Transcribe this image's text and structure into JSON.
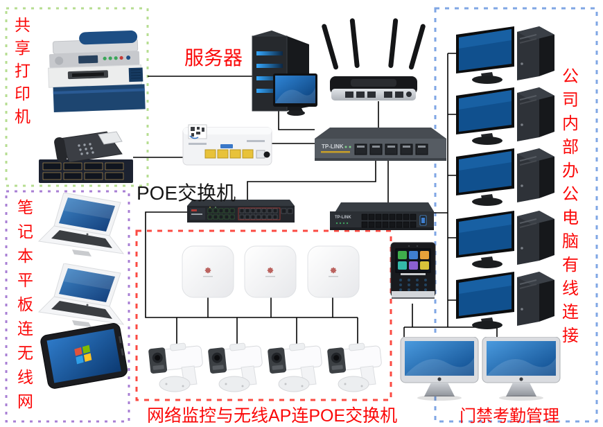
{
  "boxes": {
    "shared_printer": {
      "label": "共享打印机",
      "border_color": "#b6dd90",
      "label_color": "#fb0808"
    },
    "laptop_tablet": {
      "label": "笔记本平板连无线网",
      "border_color": "#a87fd4",
      "label_color": "#fb0808"
    },
    "monitoring": {
      "label": "网络监控与无线AP连POE交换机",
      "border_color": "#fb4a42",
      "label_color": "#fb0808"
    },
    "office_pcs": {
      "label": "公司内部办公电脑有线连接",
      "border_color": "#7fa6e4",
      "label_color": "#fb0808"
    },
    "attendance": {
      "label": "门禁考勤管理",
      "label_color": "#fb0808"
    }
  },
  "labels": {
    "server": "服务器",
    "poe_switch": "POE交换机"
  },
  "device_text": {
    "tp_link": "TP-LINK"
  },
  "icons": {
    "printer": "multifunction-printer-image",
    "pbx_phone": "phone-pbx-image",
    "server": "server-tower-image",
    "wifi_router": "wireless-router-image",
    "modem": "fiber-modem-image",
    "router_5port": "5port-router-image",
    "poe_switch": "poe-switch-image",
    "switch_16port": "16port-switch-image",
    "ap": "wireless-ap-image",
    "camera": "ip-camera-image",
    "terminal": "access-control-terminal-image",
    "desktop": "desktop-pc-image",
    "imac": "imac-image",
    "laptop": "laptop-image",
    "tablet": "tablet-image"
  },
  "colors": {
    "line": "#000000",
    "red_label": "#fb0808",
    "poe_label_text": "#161616",
    "monitor_screen_blue": "#1058a0"
  }
}
